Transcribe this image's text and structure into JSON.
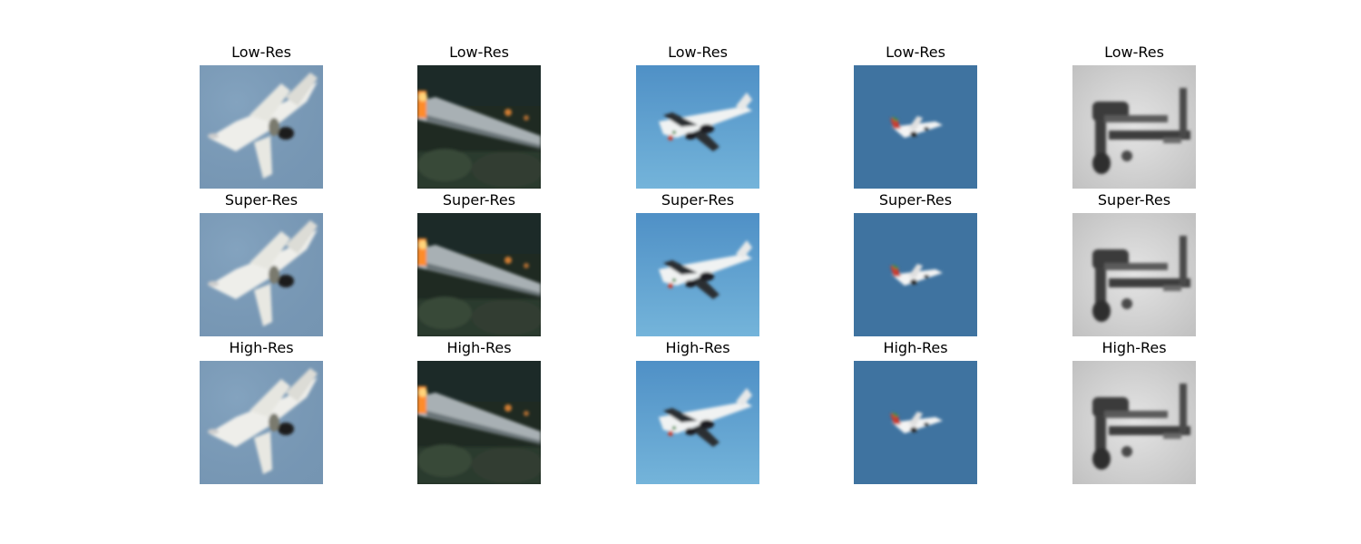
{
  "figure": {
    "row_titles": [
      "Low-Res",
      "Super-Res",
      "High-Res"
    ],
    "columns": [
      {
        "scene": "fighter-jet",
        "background": "#7a9ab7"
      },
      {
        "scene": "airliner-night",
        "background": "#1f2a22"
      },
      {
        "scene": "airliner-climb",
        "background": "#5e9ccd"
      },
      {
        "scene": "airliner-distant",
        "background": "#3f73a0"
      },
      {
        "scene": "biplane-grayscale",
        "background": "#d0d0d0"
      }
    ]
  }
}
